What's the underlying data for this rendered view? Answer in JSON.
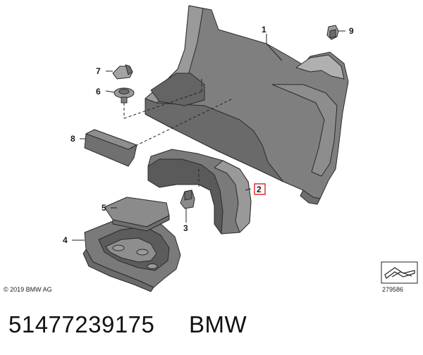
{
  "diagram": {
    "callouts": {
      "c1": "1",
      "c2": "2",
      "c3": "3",
      "c4": "4",
      "c5": "5",
      "c6": "6",
      "c7": "7",
      "c8": "8",
      "c9": "9"
    },
    "highlighted_callout": "2",
    "highlight_color": "#e21f26",
    "part_fill": "#7d7d7d",
    "part_fill_dark": "#555555",
    "part_fill_light": "#a3a3a3"
  },
  "footer": {
    "copyright": "© 2019 BMW AG",
    "diagram_number": "279586",
    "part_number": "51477239175",
    "brand": "BMW"
  }
}
